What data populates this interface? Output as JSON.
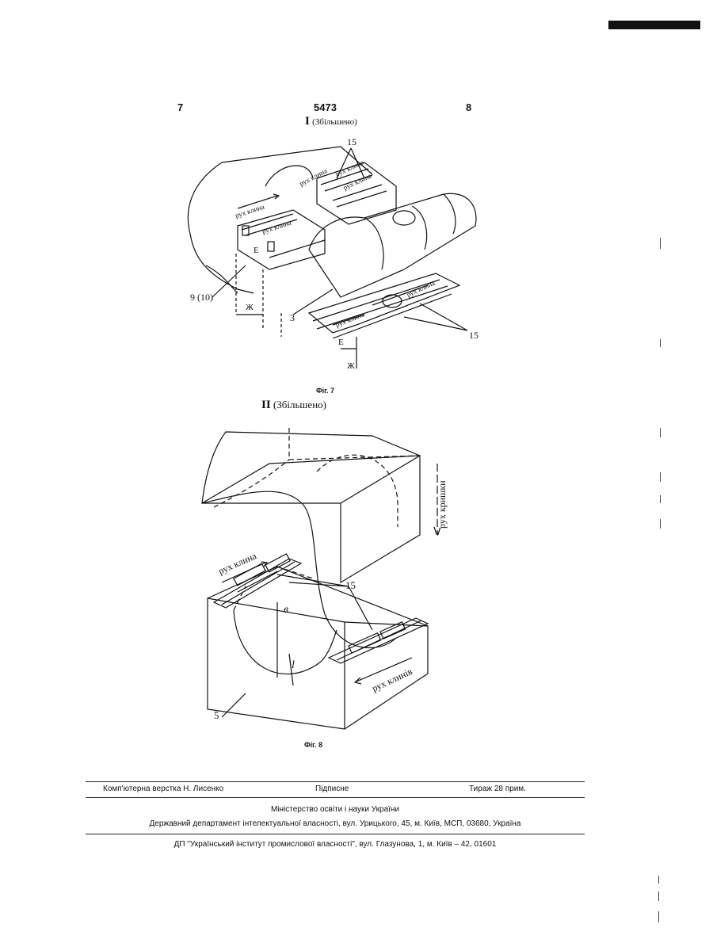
{
  "header": {
    "page_left": "7",
    "patent_number": "5473",
    "page_right": "8"
  },
  "figure7": {
    "view_marker": "I",
    "view_note": "(Збільшено)",
    "caption": "Фіг. 7",
    "labels": {
      "ref15_top": "15",
      "ref15_bottom": "15",
      "ref9_10": "9 (10)",
      "ref3": "3",
      "dim_e_left": "Е",
      "dim_zh_left": "Ж",
      "dim_e_right": "Е",
      "dim_zh_right": "Ж",
      "wedge_motion_1": "рух клина",
      "wedge_motion_2": "рух клина",
      "wedge_motion_3": "рух клина",
      "wedge_motion_4": "рух клина",
      "wedge_motion_5": "рух клина",
      "wedge_motion_6": "рух клина",
      "wedge_motion_7": "рух клина"
    }
  },
  "figure8": {
    "view_marker": "II",
    "view_note": "(Збільшено)",
    "caption": "Фіг. 8",
    "labels": {
      "cover_motion": "рух кришки",
      "wedge_motion_top": "рух клина",
      "wedge_motion_bottom": "рух клинів",
      "ref15": "15",
      "ref5": "5",
      "dim_b": "в",
      "dim_l": "l"
    }
  },
  "footer": {
    "typeset": "Комп'ютерна верстка Н. Лисенко",
    "signed": "Підписне",
    "circulation": "Тираж 28 прим.",
    "ministry": "Міністерство освіти і науки України",
    "department": "Державний департамент інтелектуальної власності, вул. Урицького, 45, м. Київ, МСП, 03680, Україна",
    "institute": "ДП \"Український інститут промислової власності\", вул. Глазунова, 1, м. Київ – 42, 01601"
  }
}
